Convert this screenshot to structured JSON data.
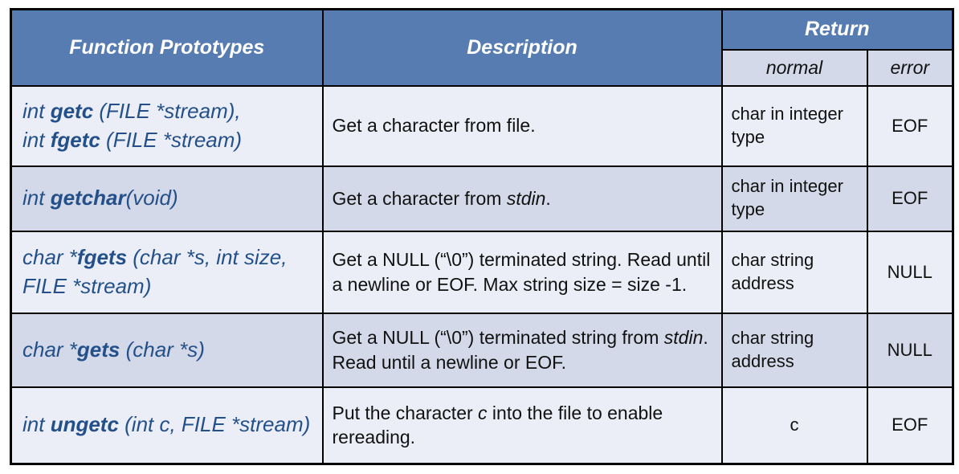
{
  "header": {
    "function_prototypes": "Function Prototypes",
    "description": "Description",
    "return": "Return",
    "normal": "normal",
    "error": "error"
  },
  "colors": {
    "header_bg": "#567CB1",
    "header_text": "#FFFFFF",
    "row_light": "#EBEEF6",
    "row_dark": "#D3D9E8",
    "prototype_text": "#24508A",
    "border": "#000000"
  },
  "rows": [
    {
      "prototype": [
        {
          "t": "int ",
          "b": false
        },
        {
          "t": "getc ",
          "b": true
        },
        {
          "t": "(FILE *stream),\n",
          "b": false
        },
        {
          "t": "int ",
          "b": false
        },
        {
          "t": "fgetc ",
          "b": true
        },
        {
          "t": "(FILE *stream)",
          "b": false
        }
      ],
      "description": [
        {
          "t": "Get a character from file."
        }
      ],
      "normal": "char in integer type",
      "error": "EOF"
    },
    {
      "prototype": [
        {
          "t": "int ",
          "b": false
        },
        {
          "t": "getchar",
          "b": true
        },
        {
          "t": "(void)",
          "b": false
        }
      ],
      "description": [
        {
          "t": "Get a character from "
        },
        {
          "t": "stdin",
          "i": true
        },
        {
          "t": "."
        }
      ],
      "normal": "char in integer type",
      "error": "EOF"
    },
    {
      "prototype": [
        {
          "t": "char *",
          "b": false
        },
        {
          "t": "fgets ",
          "b": true
        },
        {
          "t": "(char *s, int size, FILE *stream)",
          "b": false
        }
      ],
      "description": [
        {
          "t": "Get a NULL (“\\0”) terminated string. Read until a newline or EOF.  Max string size = size -1."
        }
      ],
      "normal": "char string address",
      "error": "NULL"
    },
    {
      "prototype": [
        {
          "t": "char *",
          "b": false
        },
        {
          "t": "gets ",
          "b": true
        },
        {
          "t": "(char *s)",
          "b": false
        }
      ],
      "description": [
        {
          "t": "Get a NULL (“\\0”) terminated string from "
        },
        {
          "t": "stdin",
          "i": true
        },
        {
          "t": ". Read until a newline or EOF."
        }
      ],
      "normal": "char string address",
      "error": "NULL"
    },
    {
      "prototype": [
        {
          "t": "int ",
          "b": false
        },
        {
          "t": "ungetc ",
          "b": true
        },
        {
          "t": "(int c, FILE *stream)",
          "b": false
        }
      ],
      "description": [
        {
          "t": "Put the character "
        },
        {
          "t": "c",
          "i": true
        },
        {
          "t": " into the file to enable rereading."
        }
      ],
      "normal": "c",
      "error": "EOF"
    }
  ]
}
